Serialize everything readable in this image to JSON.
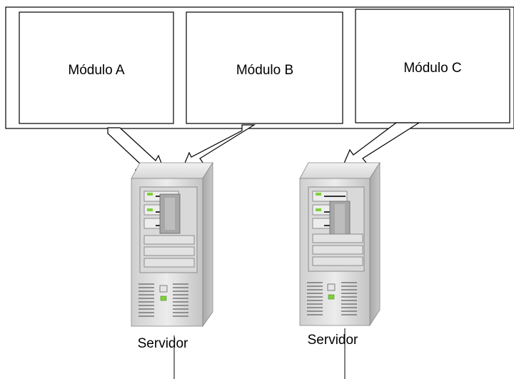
{
  "modules": [
    {
      "label": "Módulo A"
    },
    {
      "label": "Módulo B"
    },
    {
      "label": "Módulo C"
    }
  ],
  "servers": [
    {
      "label": "Servidor"
    },
    {
      "label": "Servidor"
    }
  ],
  "colors": {
    "stroke": "#000000",
    "tower_light": "#e6e6e6",
    "tower_mid": "#b4b4b4",
    "tower_dark": "#8a8a8a",
    "led": "#7fd13b"
  }
}
